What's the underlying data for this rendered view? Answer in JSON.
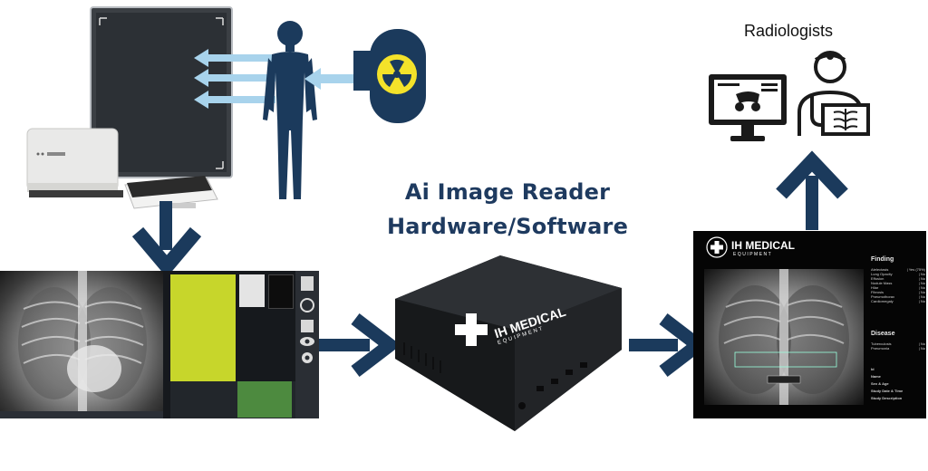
{
  "title_line1": "Ai Image Reader",
  "title_line2": "Hardware/Software",
  "radiologists_label": "Radiologists",
  "device_brand": "IH MEDICAL",
  "device_brand_sub": "EQUIPMENT",
  "report": {
    "brand": "IH MEDICAL",
    "brand_sub": "EQUIPMENT",
    "finding_heading": "Finding",
    "findings": [
      {
        "name": "Atelectasis",
        "value": "| Yes (75%)"
      },
      {
        "name": "Lung Opacity",
        "value": "| No"
      },
      {
        "name": "Effusion",
        "value": "| No"
      },
      {
        "name": "Nodule Mass",
        "value": "| No"
      },
      {
        "name": "Hilar",
        "value": "| No"
      },
      {
        "name": "Fibrosis",
        "value": "| No"
      },
      {
        "name": "Pneumothorax",
        "value": "| No"
      },
      {
        "name": "Cardiomegaly",
        "value": "| No"
      }
    ],
    "disease_heading": "Disease",
    "diseases": [
      {
        "name": "Tuberculosis",
        "value": "| No"
      },
      {
        "name": "Pneumonia",
        "value": "| No"
      }
    ],
    "patient_fields": [
      "Id",
      "Name",
      "Sex & Age",
      "Study Date & Time",
      "Study Description"
    ]
  },
  "colors": {
    "navy": "#1b3a5c",
    "light_blue_arrows": "#a8d3ec",
    "title": "#1e3a5f",
    "yellow_panel": "#c7d62b",
    "green_panel": "#4d8a3f"
  },
  "icons": [
    "radiation-icon",
    "human-body-icon",
    "flat-panel-detector-icon",
    "monitor-icon",
    "radiologist-icon",
    "settings-icon",
    "eye-icon"
  ]
}
